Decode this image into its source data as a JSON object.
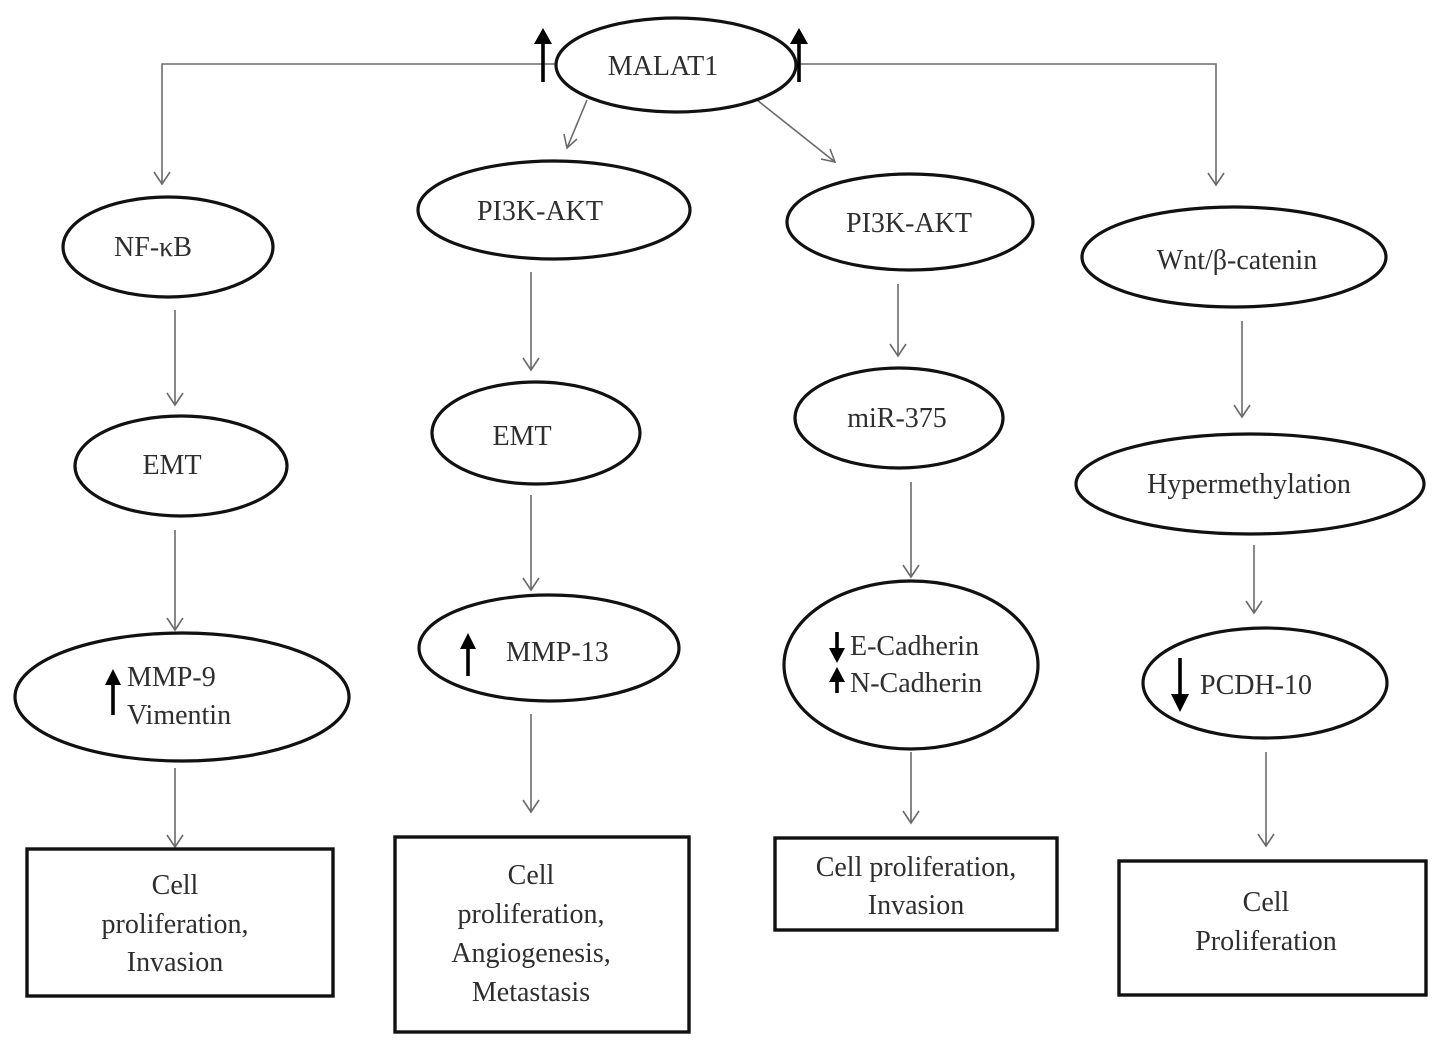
{
  "title": "MALAT1 signaling pathways",
  "colors": {
    "node_stroke": "#111111",
    "edge": "#6a6a6a",
    "text": "#2e2e2e",
    "background": "#ffffff"
  },
  "root": {
    "id": "malat1",
    "label": "MALAT1",
    "regulation": "up"
  },
  "branches": [
    {
      "id": "b1",
      "pathway": {
        "label": "NF-κB"
      },
      "mechanism": {
        "label": "EMT"
      },
      "effector": {
        "lines": [
          "MMP-9",
          "Vimentin"
        ],
        "regulation": [
          "up"
        ]
      },
      "outcome": {
        "lines": [
          "Cell",
          "proliferation,",
          "Invasion"
        ]
      }
    },
    {
      "id": "b2",
      "pathway": {
        "label": "PI3K-AKT"
      },
      "mechanism": {
        "label": "EMT"
      },
      "effector": {
        "lines": [
          "MMP-13"
        ],
        "regulation": [
          "up"
        ]
      },
      "outcome": {
        "lines": [
          "Cell",
          "proliferation,",
          "Angiogenesis,",
          "Metastasis"
        ]
      }
    },
    {
      "id": "b3",
      "pathway": {
        "label": "PI3K-AKT"
      },
      "mechanism": {
        "label": "miR-375"
      },
      "effector": {
        "lines": [
          "E-Cadherin",
          "N-Cadherin"
        ],
        "regulation": [
          "down",
          "up"
        ]
      },
      "outcome": {
        "lines": [
          "Cell proliferation,",
          "Invasion"
        ]
      }
    },
    {
      "id": "b4",
      "pathway": {
        "label": "Wnt/β-catenin"
      },
      "mechanism": {
        "label": "Hypermethylation"
      },
      "effector": {
        "lines": [
          "PCDH-10"
        ],
        "regulation": [
          "down"
        ]
      },
      "outcome": {
        "lines": [
          "Cell",
          "Proliferation"
        ]
      }
    }
  ],
  "icons": {
    "up": "up-arrow-icon",
    "down": "down-arrow-icon"
  }
}
